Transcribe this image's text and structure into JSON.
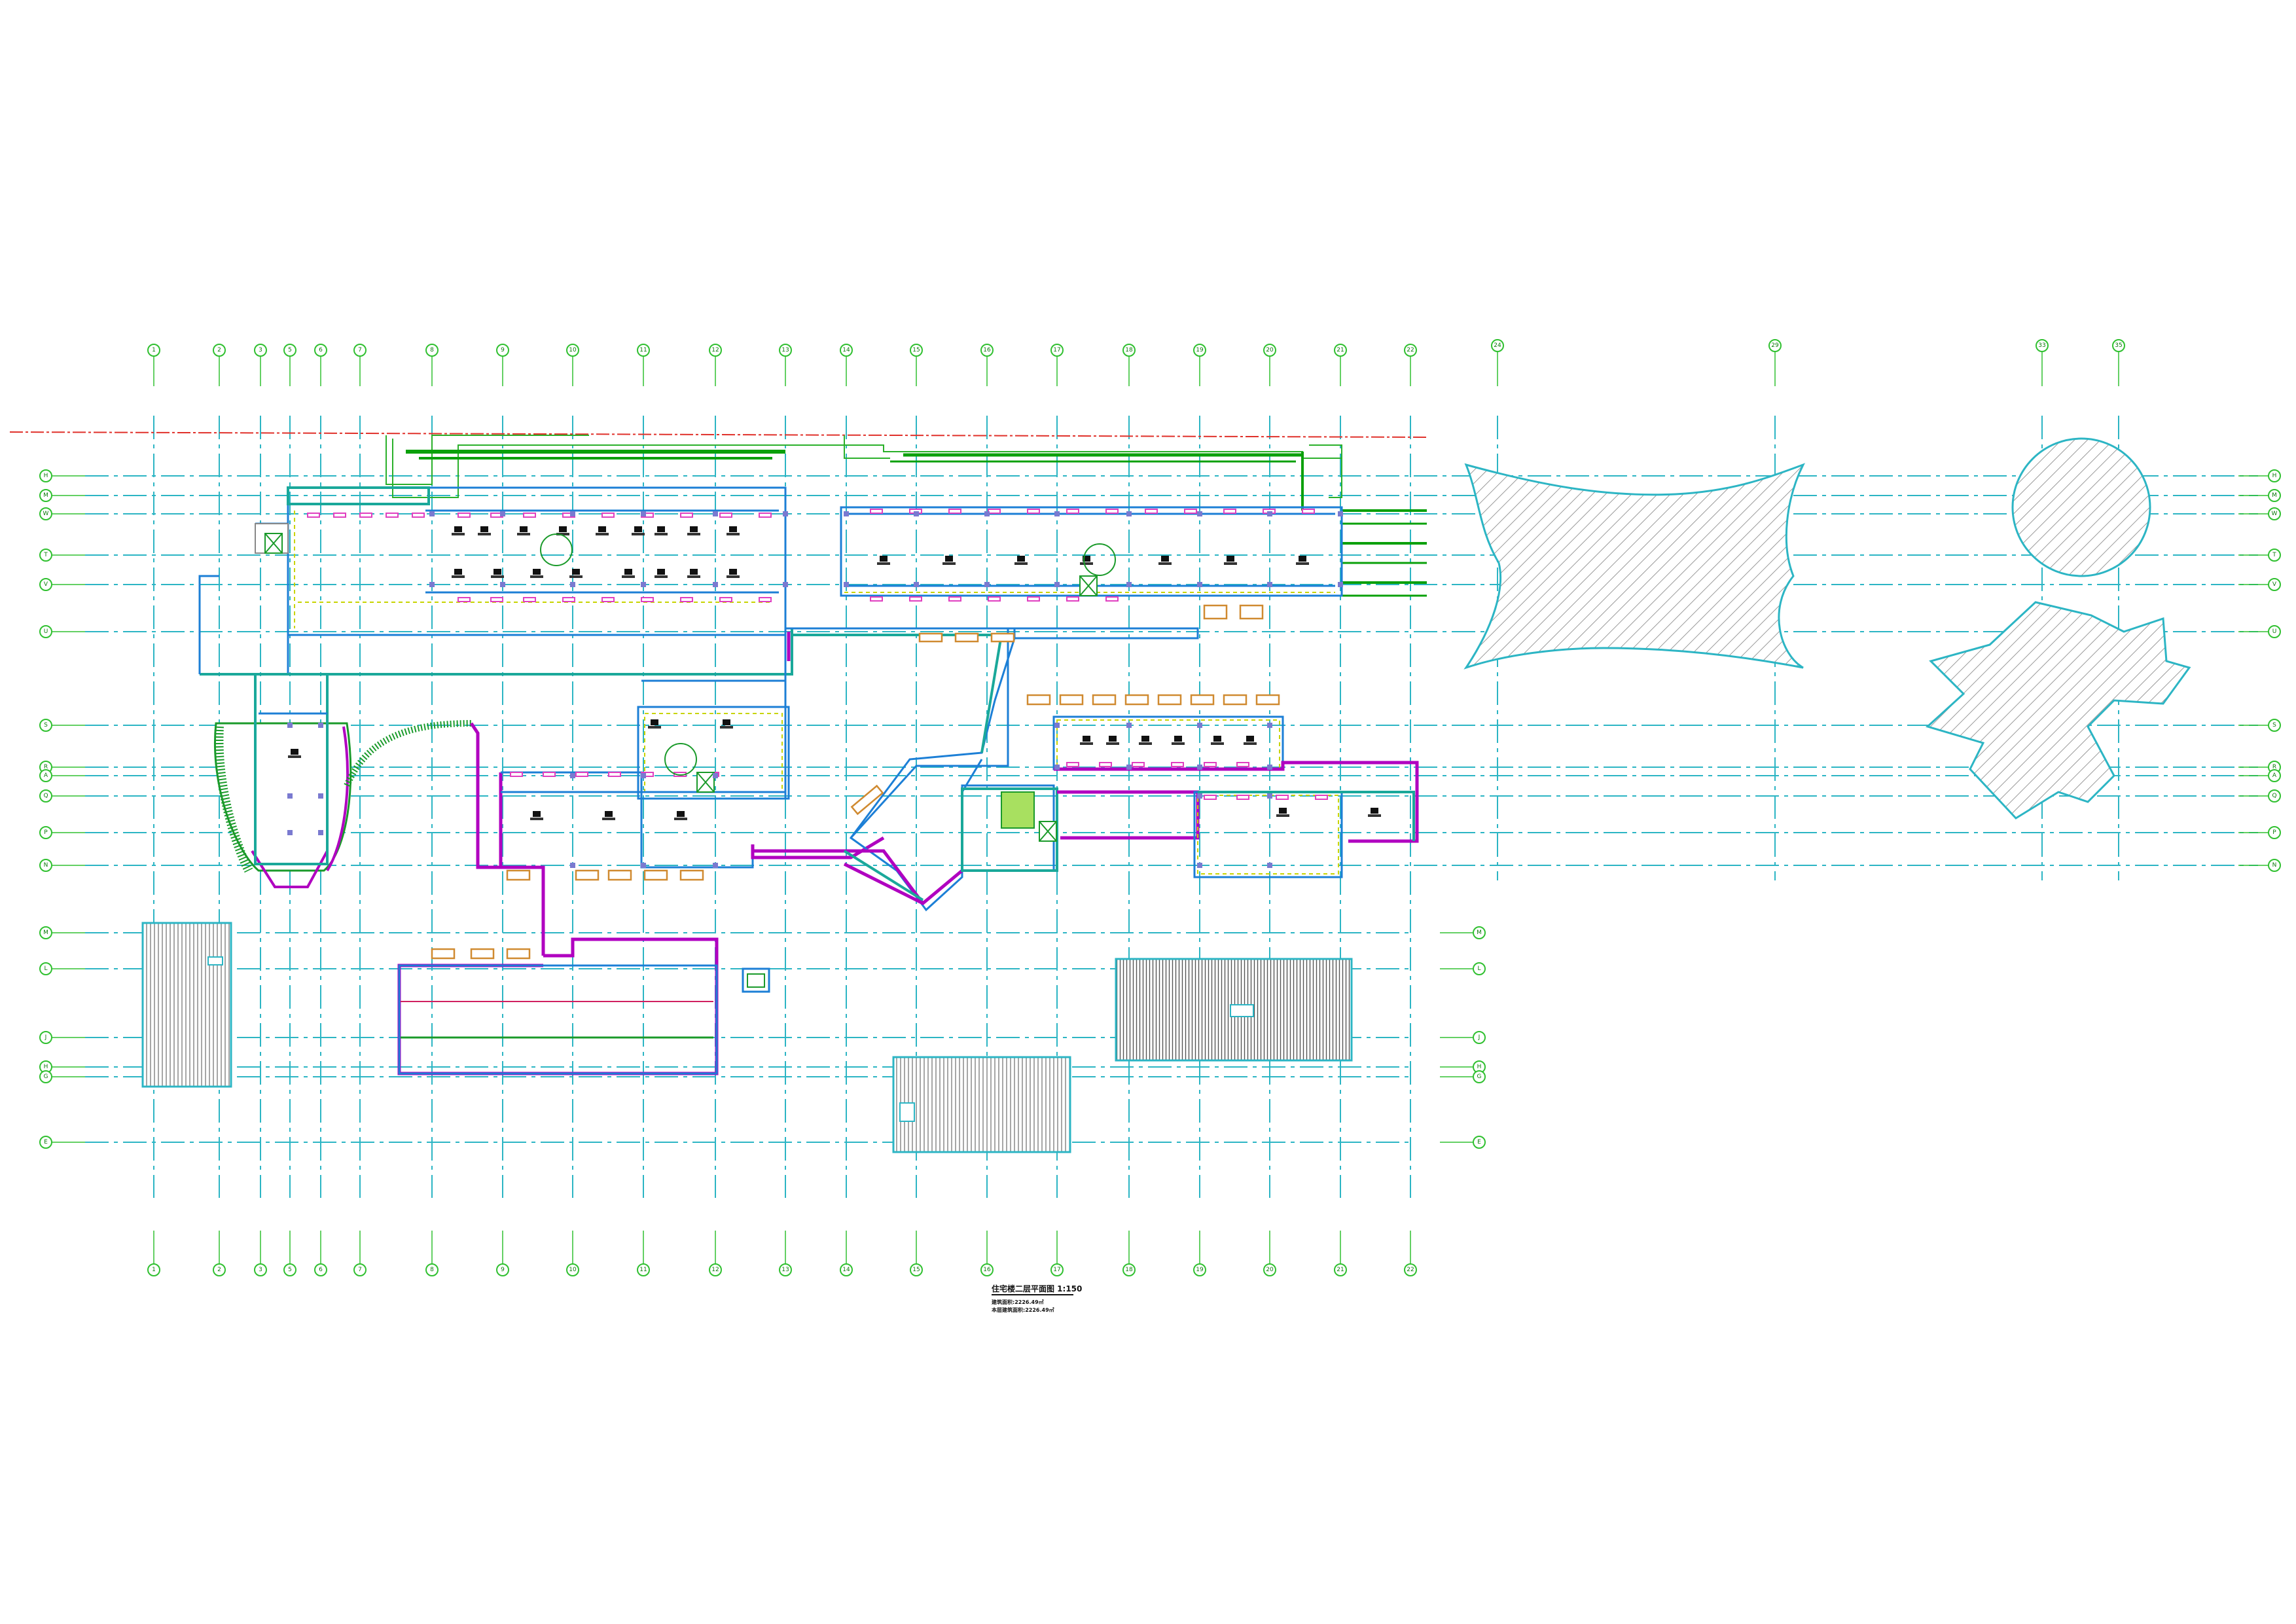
{
  "drawing": {
    "background": "#ffffff",
    "colors": {
      "grid": "#2cb5c4",
      "axis_bubble": "#30c030",
      "wall_magenta": "#b000c0",
      "wall_blue": "#1c7fd6",
      "wall_green": "#1a9a2a",
      "site_line": "#e0302a",
      "yellow_dash": "#c8d400"
    },
    "top_axis_labels": [
      "1",
      "2",
      "3",
      "5",
      "6",
      "7",
      "8",
      "9",
      "10",
      "11",
      "12",
      "13",
      "14",
      "15",
      "16",
      "17",
      "18",
      "19",
      "20",
      "21",
      "22"
    ],
    "bottom_axis_labels": [
      "1",
      "2",
      "3",
      "5",
      "6",
      "7",
      "8",
      "9",
      "10",
      "11",
      "12",
      "13",
      "14",
      "15",
      "16",
      "17",
      "18",
      "19",
      "20",
      "21",
      "22"
    ],
    "right_axis_labels": [
      "24",
      "29",
      "33",
      "35"
    ],
    "left_axis_labels": [
      "H",
      "M",
      "W",
      "T",
      "V",
      "U",
      "S",
      "R",
      "A",
      "Q",
      "P",
      "N",
      "M",
      "L",
      "J",
      "H",
      "G",
      "E"
    ],
    "title": {
      "main": "住宅楼二层平面图 1:150",
      "line2": "建筑面积:2226.49㎡",
      "line3": "本层建筑面积:2226.49㎡"
    }
  }
}
